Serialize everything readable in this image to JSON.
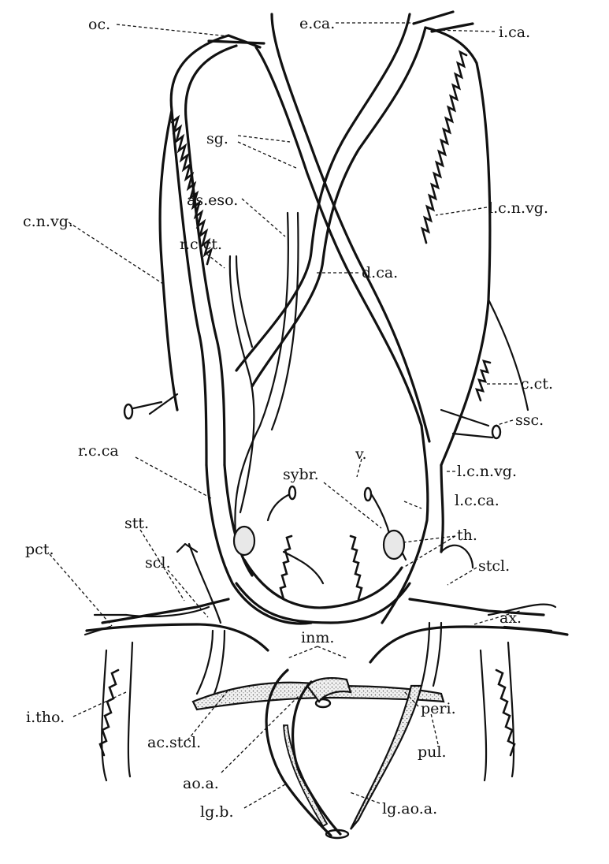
{
  "figure": {
    "labels": {
      "oc": "oc.",
      "eca": "e.ca.",
      "ica": "i.ca.",
      "sg": "sg.",
      "aseso": "as.eso.",
      "lcnvg_top": "l.c.n.vg.",
      "cnvg": "c.n.vg.",
      "rcct": "r.c.ct.",
      "dca": "d.ca.",
      "cct": "c.ct.",
      "ssc": "ssc.",
      "v": "v.",
      "rcca": "r.c.ca",
      "sybr": "sybr.",
      "lcnvg_mid": "l.c.n.vg.",
      "lcca": "l.c.ca.",
      "stt": "stt.",
      "th": "th.",
      "pct": "pct.",
      "scl": "scl.",
      "stcl": "stcl.",
      "ax": "ax.",
      "inm": "inm.",
      "itho": "i.tho.",
      "peri": "peri.",
      "acstcl": "ac.stcl.",
      "pul": "pul.",
      "aoa": "ao.a.",
      "lgb": "lg.b.",
      "lgaoa": "lg.ao.a."
    }
  }
}
